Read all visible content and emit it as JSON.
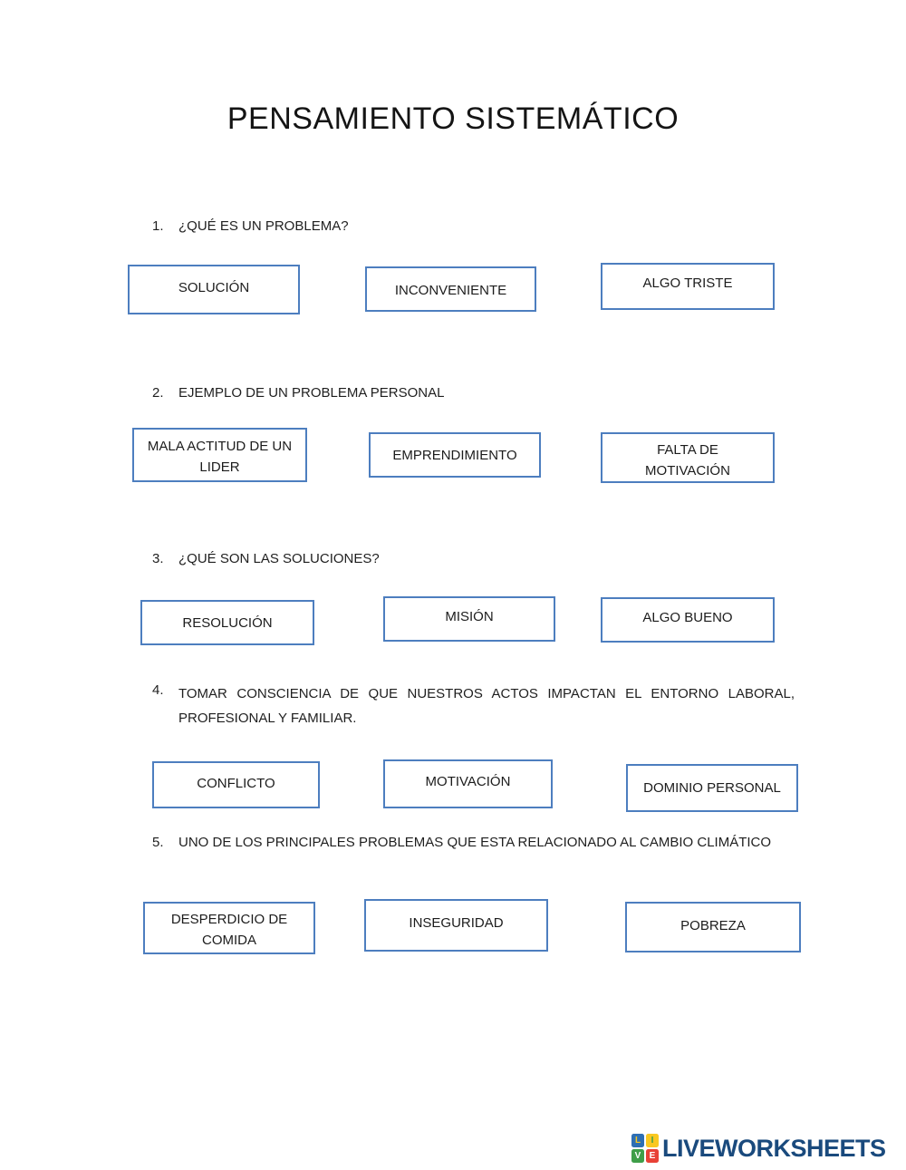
{
  "page": {
    "title": "PENSAMIENTO SISTEMÁTICO"
  },
  "questions": [
    {
      "number": "1.",
      "text": "¿QUÉ ES UN PROBLEMA?",
      "options": [
        "SOLUCIÓN",
        "INCONVENIENTE",
        "ALGO TRISTE"
      ]
    },
    {
      "number": "2.",
      "text": "EJEMPLO DE UN PROBLEMA PERSONAL",
      "options": [
        "MALA ACTITUD DE UN LIDER",
        "EMPRENDIMIENTO",
        "FALTA DE MOTIVACIÓN"
      ]
    },
    {
      "number": "3.",
      "text": "¿QUÉ SON LAS SOLUCIONES?",
      "options": [
        "RESOLUCIÓN",
        "MISIÓN",
        "ALGO BUENO"
      ]
    },
    {
      "number": "4.",
      "text": "TOMAR CONSCIENCIA DE QUE NUESTROS ACTOS IMPACTAN EL ENTORNO LABORAL, PROFESIONAL Y FAMILIAR.",
      "options": [
        "CONFLICTO",
        "MOTIVACIÓN",
        "DOMINIO PERSONAL"
      ]
    },
    {
      "number": "5.",
      "text": "UNO DE LOS PRINCIPALES PROBLEMAS QUE ESTA RELACIONADO AL CAMBIO CLIMÁTICO",
      "options": [
        "DESPERDICIO DE COMIDA",
        "INSEGURIDAD",
        "POBREZA"
      ]
    }
  ],
  "colors": {
    "answer_box_border": "#4d7ebf",
    "body_text": "#1f1f1f",
    "brand_navy": "#1a4a7d",
    "logo_blue": "#2e6fb4",
    "logo_yellow": "#f9c821",
    "logo_green": "#3f9e49",
    "logo_red": "#e84136"
  },
  "footer": {
    "brand": "LIVEWORKSHEETS",
    "logo_tiles": [
      {
        "letter": "L",
        "bg": "#2e6fb4",
        "fg": "#f9c821"
      },
      {
        "letter": "I",
        "bg": "#f9c821",
        "fg": "#3f9e49"
      },
      {
        "letter": "V",
        "bg": "#3f9e49",
        "fg": "#ffffff"
      },
      {
        "letter": "E",
        "bg": "#e84136",
        "fg": "#ffffff"
      }
    ]
  }
}
